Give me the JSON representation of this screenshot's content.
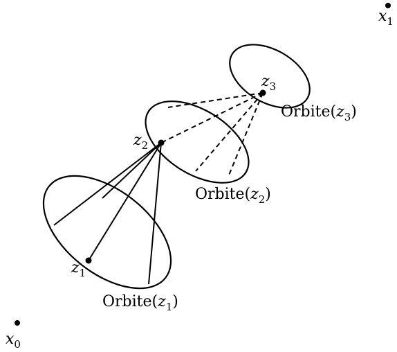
{
  "points": {
    "x0": {
      "var": "x",
      "sub": "0"
    },
    "x1": {
      "var": "x",
      "sub": "1"
    },
    "z1": {
      "var": "z",
      "sub": "1"
    },
    "z2": {
      "var": "z",
      "sub": "2"
    },
    "z3": {
      "var": "z",
      "sub": "3"
    }
  },
  "orbits": {
    "orbit1": {
      "word": "Orbite(",
      "var": "z",
      "sub": "1",
      "close": ")"
    },
    "orbit2": {
      "word": "Orbite(",
      "var": "z",
      "sub": "2",
      "close": ")"
    },
    "orbit3": {
      "word": "Orbite(",
      "var": "z",
      "sub": "3",
      "close": ")"
    }
  },
  "colors": {
    "ink": "#000000",
    "background": "#ffffff"
  }
}
